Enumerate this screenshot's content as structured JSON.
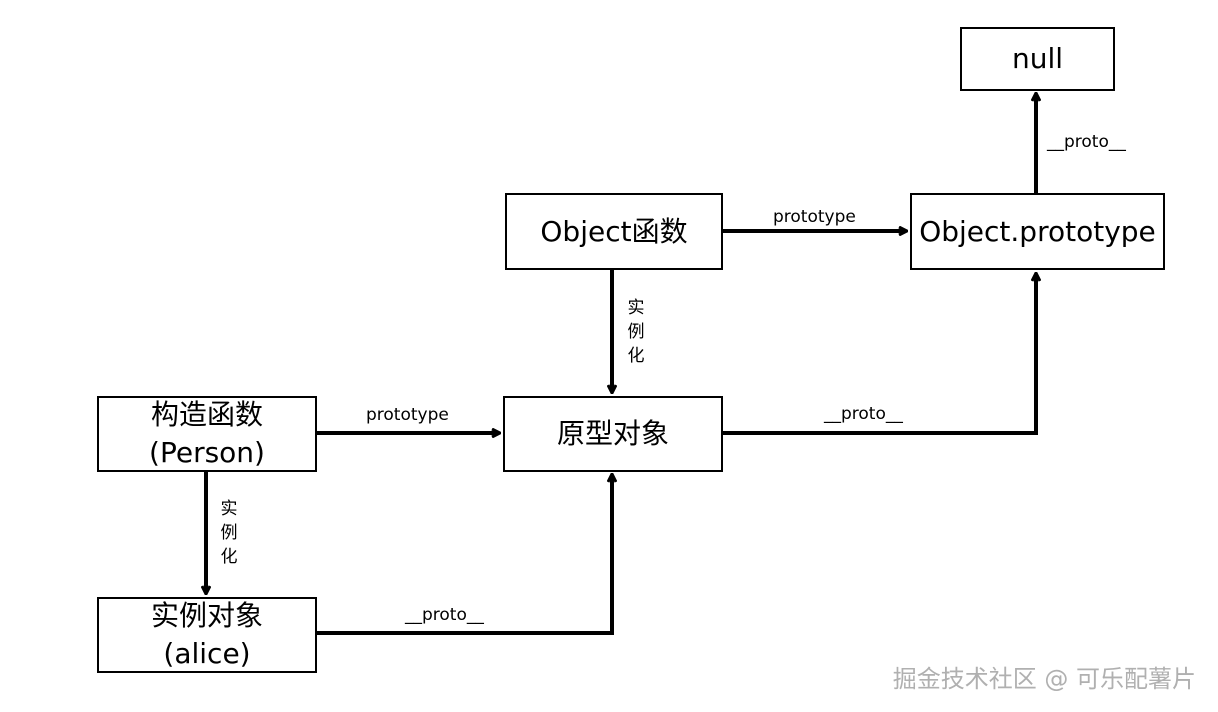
{
  "boxes": {
    "null": "null",
    "object_fn": "Object函数",
    "object_proto": "Object.prototype",
    "constructor_line1": "构造函数",
    "constructor_line2": "(Person)",
    "proto_obj": "原型对象",
    "instance_line1": "实例对象",
    "instance_line2": "(alice)"
  },
  "edges": {
    "object_fn_to_object_proto": "prototype",
    "object_proto_to_null": "__proto__",
    "object_fn_instantiate": [
      "实",
      "例",
      "化"
    ],
    "constructor_to_proto": "prototype",
    "proto_to_object_proto": "__proto__",
    "constructor_instantiate": [
      "实",
      "例",
      "化"
    ],
    "instance_to_proto": "__proto__"
  },
  "watermark": "掘金技术社区 @ 可乐配薯片"
}
